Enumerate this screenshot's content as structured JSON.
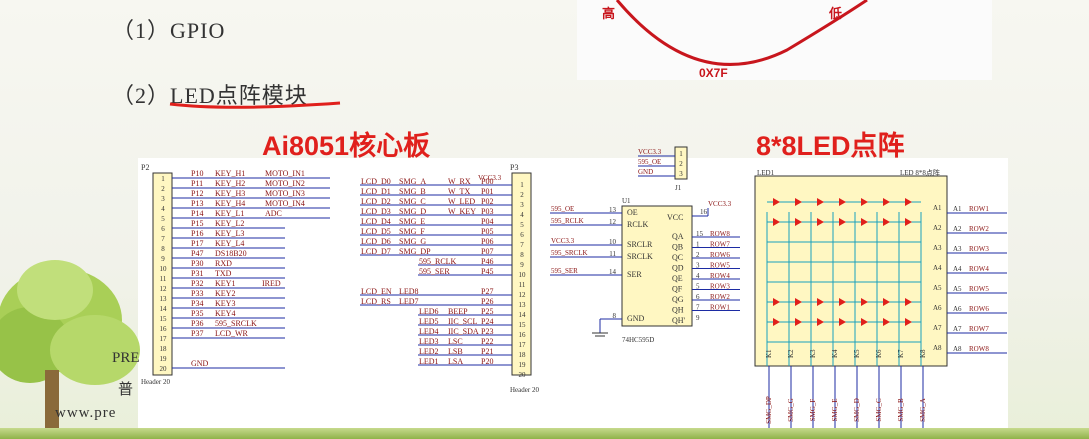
{
  "headings": {
    "gpio": "（1）GPIO",
    "led_prefix": "（2）",
    "led_module": "LED点阵模块"
  },
  "inset": {
    "high": "高",
    "low": "低",
    "value": "0X7F"
  },
  "titles": {
    "core_board": "Ai8051核心板",
    "led_matrix": "8*8LED点阵"
  },
  "p2": {
    "name": "P2",
    "footer": "Header 20",
    "pins": [
      "1",
      "2",
      "3",
      "4",
      "5",
      "6",
      "7",
      "8",
      "9",
      "10",
      "11",
      "12",
      "13",
      "14",
      "15",
      "16",
      "17",
      "18",
      "19",
      "20"
    ],
    "sig1": [
      "P10",
      "P11",
      "P12",
      "P13",
      "P14",
      "P15",
      "P16",
      "P17",
      "P47",
      "P30",
      "P31",
      "P32",
      "P33",
      "P34",
      "P35",
      "P36",
      "P37",
      "",
      "",
      "GND"
    ],
    "sig2": [
      "KEY_H1",
      "KEY_H2",
      "KEY_H3",
      "KEY_H4",
      "KEY_L1",
      "KEY_L2",
      "KEY_L3",
      "KEY_L4",
      "DS18B20",
      "RXD",
      "TXD",
      "KEY1",
      "KEY2",
      "KEY3",
      "KEY4",
      "595_SRCLK",
      "LCD_WR",
      "",
      "",
      ""
    ],
    "sig3": [
      "MOTO_IN1",
      "MOTO_IN2",
      "MOTO_IN3",
      "MOTO_IN4",
      "ADC",
      "",
      "",
      "",
      "",
      "",
      "",
      "IRED",
      "",
      "",
      "",
      "",
      "",
      "",
      "",
      ""
    ]
  },
  "p3": {
    "name": "P3",
    "vcc": "VCC3.3",
    "footer": "Header 20",
    "pins": [
      "1",
      "2",
      "3",
      "4",
      "5",
      "6",
      "7",
      "8",
      "9",
      "10",
      "11",
      "12",
      "13",
      "14",
      "15",
      "16",
      "17",
      "18",
      "19",
      "20"
    ],
    "left": [
      "LCD_D0",
      "LCD_D1",
      "LCD_D2",
      "LCD_D3",
      "LCD_D4",
      "LCD_D5",
      "LCD_D6",
      "LCD_D7",
      "",
      "",
      "",
      "LCD_EN",
      "LCD_RS",
      "",
      "",
      "",
      "",
      "",
      "",
      ""
    ],
    "mid": [
      "SMG_A",
      "SMG_B",
      "SMG_C",
      "SMG_D",
      "SMG_E",
      "SMG_F",
      "SMG_G",
      "SMG_DP",
      "595_RCLK",
      "595_SER",
      "",
      "LED8",
      "LED7",
      "LED6",
      "LED5",
      "LED4",
      "LED3",
      "LED2",
      "LED1",
      ""
    ],
    "extra": [
      "W_RX",
      "W_TX",
      "W_LED",
      "W_KEY",
      "",
      "",
      "",
      "",
      "",
      "",
      "",
      "",
      "",
      "BEEP",
      "IIC_SCL",
      "IIC_SDA",
      "LSC",
      "LSB",
      "LSA",
      ""
    ],
    "ports": [
      "P00",
      "P01",
      "P02",
      "P03",
      "P04",
      "P05",
      "P06",
      "P07",
      "P46",
      "P45",
      "",
      "P27",
      "P26",
      "P25",
      "P24",
      "P23",
      "P22",
      "P21",
      "P20",
      ""
    ]
  },
  "j1": {
    "name": "J1",
    "nets": [
      "VCC3.3",
      "595_OE",
      "GND"
    ],
    "pins": [
      "1",
      "2",
      "3"
    ]
  },
  "u1": {
    "name": "U1",
    "part": "74HC595D",
    "vcc_net": "VCC3.3",
    "left_nets": [
      "595_OE",
      "595_RCLK",
      "VCC3.3",
      "595_SRCLK",
      "595_SER"
    ],
    "left_pins": [
      "13",
      "12",
      "10",
      "11",
      "14",
      "8"
    ],
    "left_sigs": [
      "OE",
      "RCLK",
      "SRCLR",
      "SRCLK",
      "SER",
      "GND"
    ],
    "vcc_label": "VCC",
    "vcc_pin": "16",
    "right_sigs": [
      "QA",
      "QB",
      "QC",
      "QD",
      "QE",
      "QF",
      "QG",
      "QH",
      "QH'"
    ],
    "right_pins": [
      "15",
      "1",
      "2",
      "3",
      "4",
      "5",
      "6",
      "7",
      "9"
    ],
    "right_nets": [
      "ROW8",
      "ROW7",
      "ROW6",
      "ROW5",
      "ROW4",
      "ROW3",
      "ROW2",
      "ROW1"
    ]
  },
  "led1": {
    "name": "LED1",
    "label": "LED 8*8点阵",
    "a_labels": [
      "A1",
      "A2",
      "A3",
      "A4",
      "A5",
      "A6",
      "A7",
      "A8"
    ],
    "rows": [
      "ROW1",
      "ROW2",
      "ROW3",
      "ROW4",
      "ROW5",
      "ROW6",
      "ROW7",
      "ROW8"
    ],
    "k_labels": [
      "K1",
      "K2",
      "K3",
      "K4",
      "K5",
      "K6",
      "K7",
      "K8"
    ],
    "cols": [
      "SMG_DP",
      "SMG_G",
      "SMG_F",
      "SMG_E",
      "SMG_D",
      "SMG_C",
      "SMG_B",
      "SMG_A"
    ]
  },
  "footer": {
    "pre": "PRE",
    "pu": "普",
    "url": "www.pre"
  },
  "colors": {
    "wire": "#1c2ba3",
    "net_text": "#8a1313",
    "accent_red": "#e0201c",
    "ic_body": "#fff7c2",
    "led_panel": "#fff7c2",
    "led_wire": "#1aa0bd"
  }
}
